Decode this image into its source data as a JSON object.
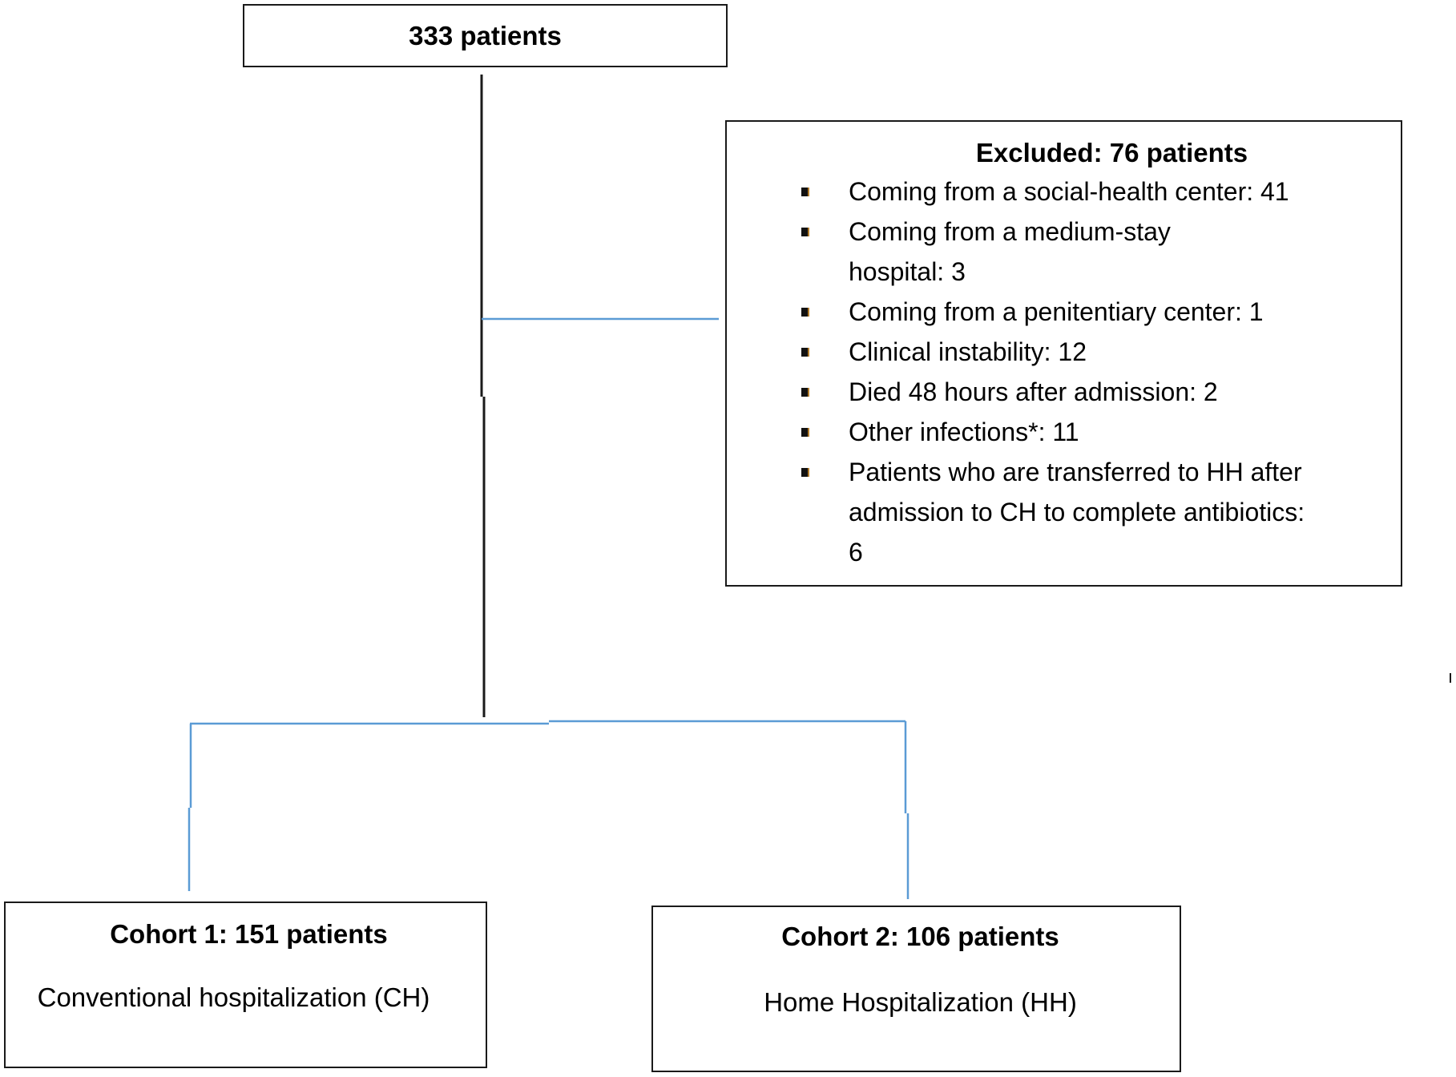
{
  "flowchart": {
    "total": {
      "label": "333 patients"
    },
    "excluded": {
      "title": "Excluded: 76 patients",
      "items": [
        "Coming from a social-health center: 41",
        "Coming from a medium-stay hospital: 3",
        "Coming from a penitentiary center: 1",
        "Clinical instability: 12",
        "Died 48 hours after admission: 2",
        "Other infections*: 11",
        "Patients who are transferred to HH after admission to CH to complete antibiotics: 6"
      ]
    },
    "cohort1": {
      "title": "Cohort 1: 151 patients",
      "subtitle": "Conventional hospitalization (CH)"
    },
    "cohort2": {
      "title": "Cohort 2: 106 patients",
      "subtitle": "Home Hospitalization (HH)"
    }
  },
  "colors": {
    "main_line": "#1a1a1a",
    "branch_line": "#5b9bd5",
    "box_border": "#1a1a1a"
  }
}
